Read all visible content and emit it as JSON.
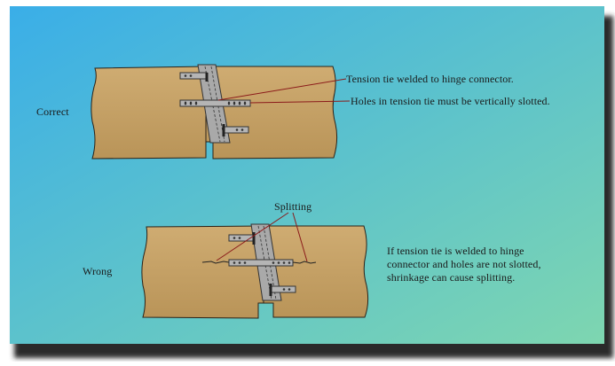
{
  "labels": {
    "correct": "Correct",
    "wrong": "Wrong",
    "tension_tie_welded": "Tension tie welded to hinge connector.",
    "holes_slotted": "Holes in tension tie must be vertically slotted.",
    "splitting": "Splitting",
    "wrong_note": "If tension tie is welded to hinge connector and holes are not slotted, shrinkage can cause splitting."
  },
  "colors": {
    "panel_top_left": "#3aaee8",
    "panel_bottom_right": "#7ed6b0",
    "panel_shadow": "#2a2a2a",
    "timber": "#c8a46c",
    "timber_edge": "#2a2218",
    "steel": "#a9a9a9",
    "steel_edge": "#333333",
    "leader": "#8b1a1a"
  }
}
